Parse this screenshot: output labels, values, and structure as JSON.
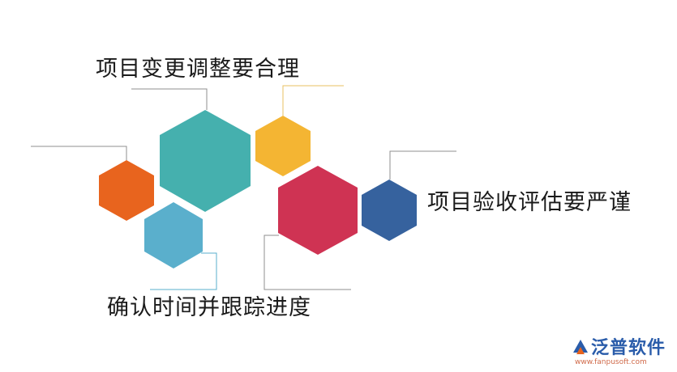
{
  "labels": {
    "top": "项目变更调整要合理",
    "right": "项目验收评估要严谨",
    "bottom": "确认时间并跟踪进度"
  },
  "logo": {
    "name": "泛普软件",
    "url": "www.fanpusoft.com"
  },
  "colors": {
    "teal": "#45b0ae",
    "orange": "#e8641e",
    "yellow": "#f4b533",
    "crimson": "#cf3353",
    "navy": "#36629e",
    "skyblue": "#5aafcc",
    "line": "#8f8f8f"
  }
}
